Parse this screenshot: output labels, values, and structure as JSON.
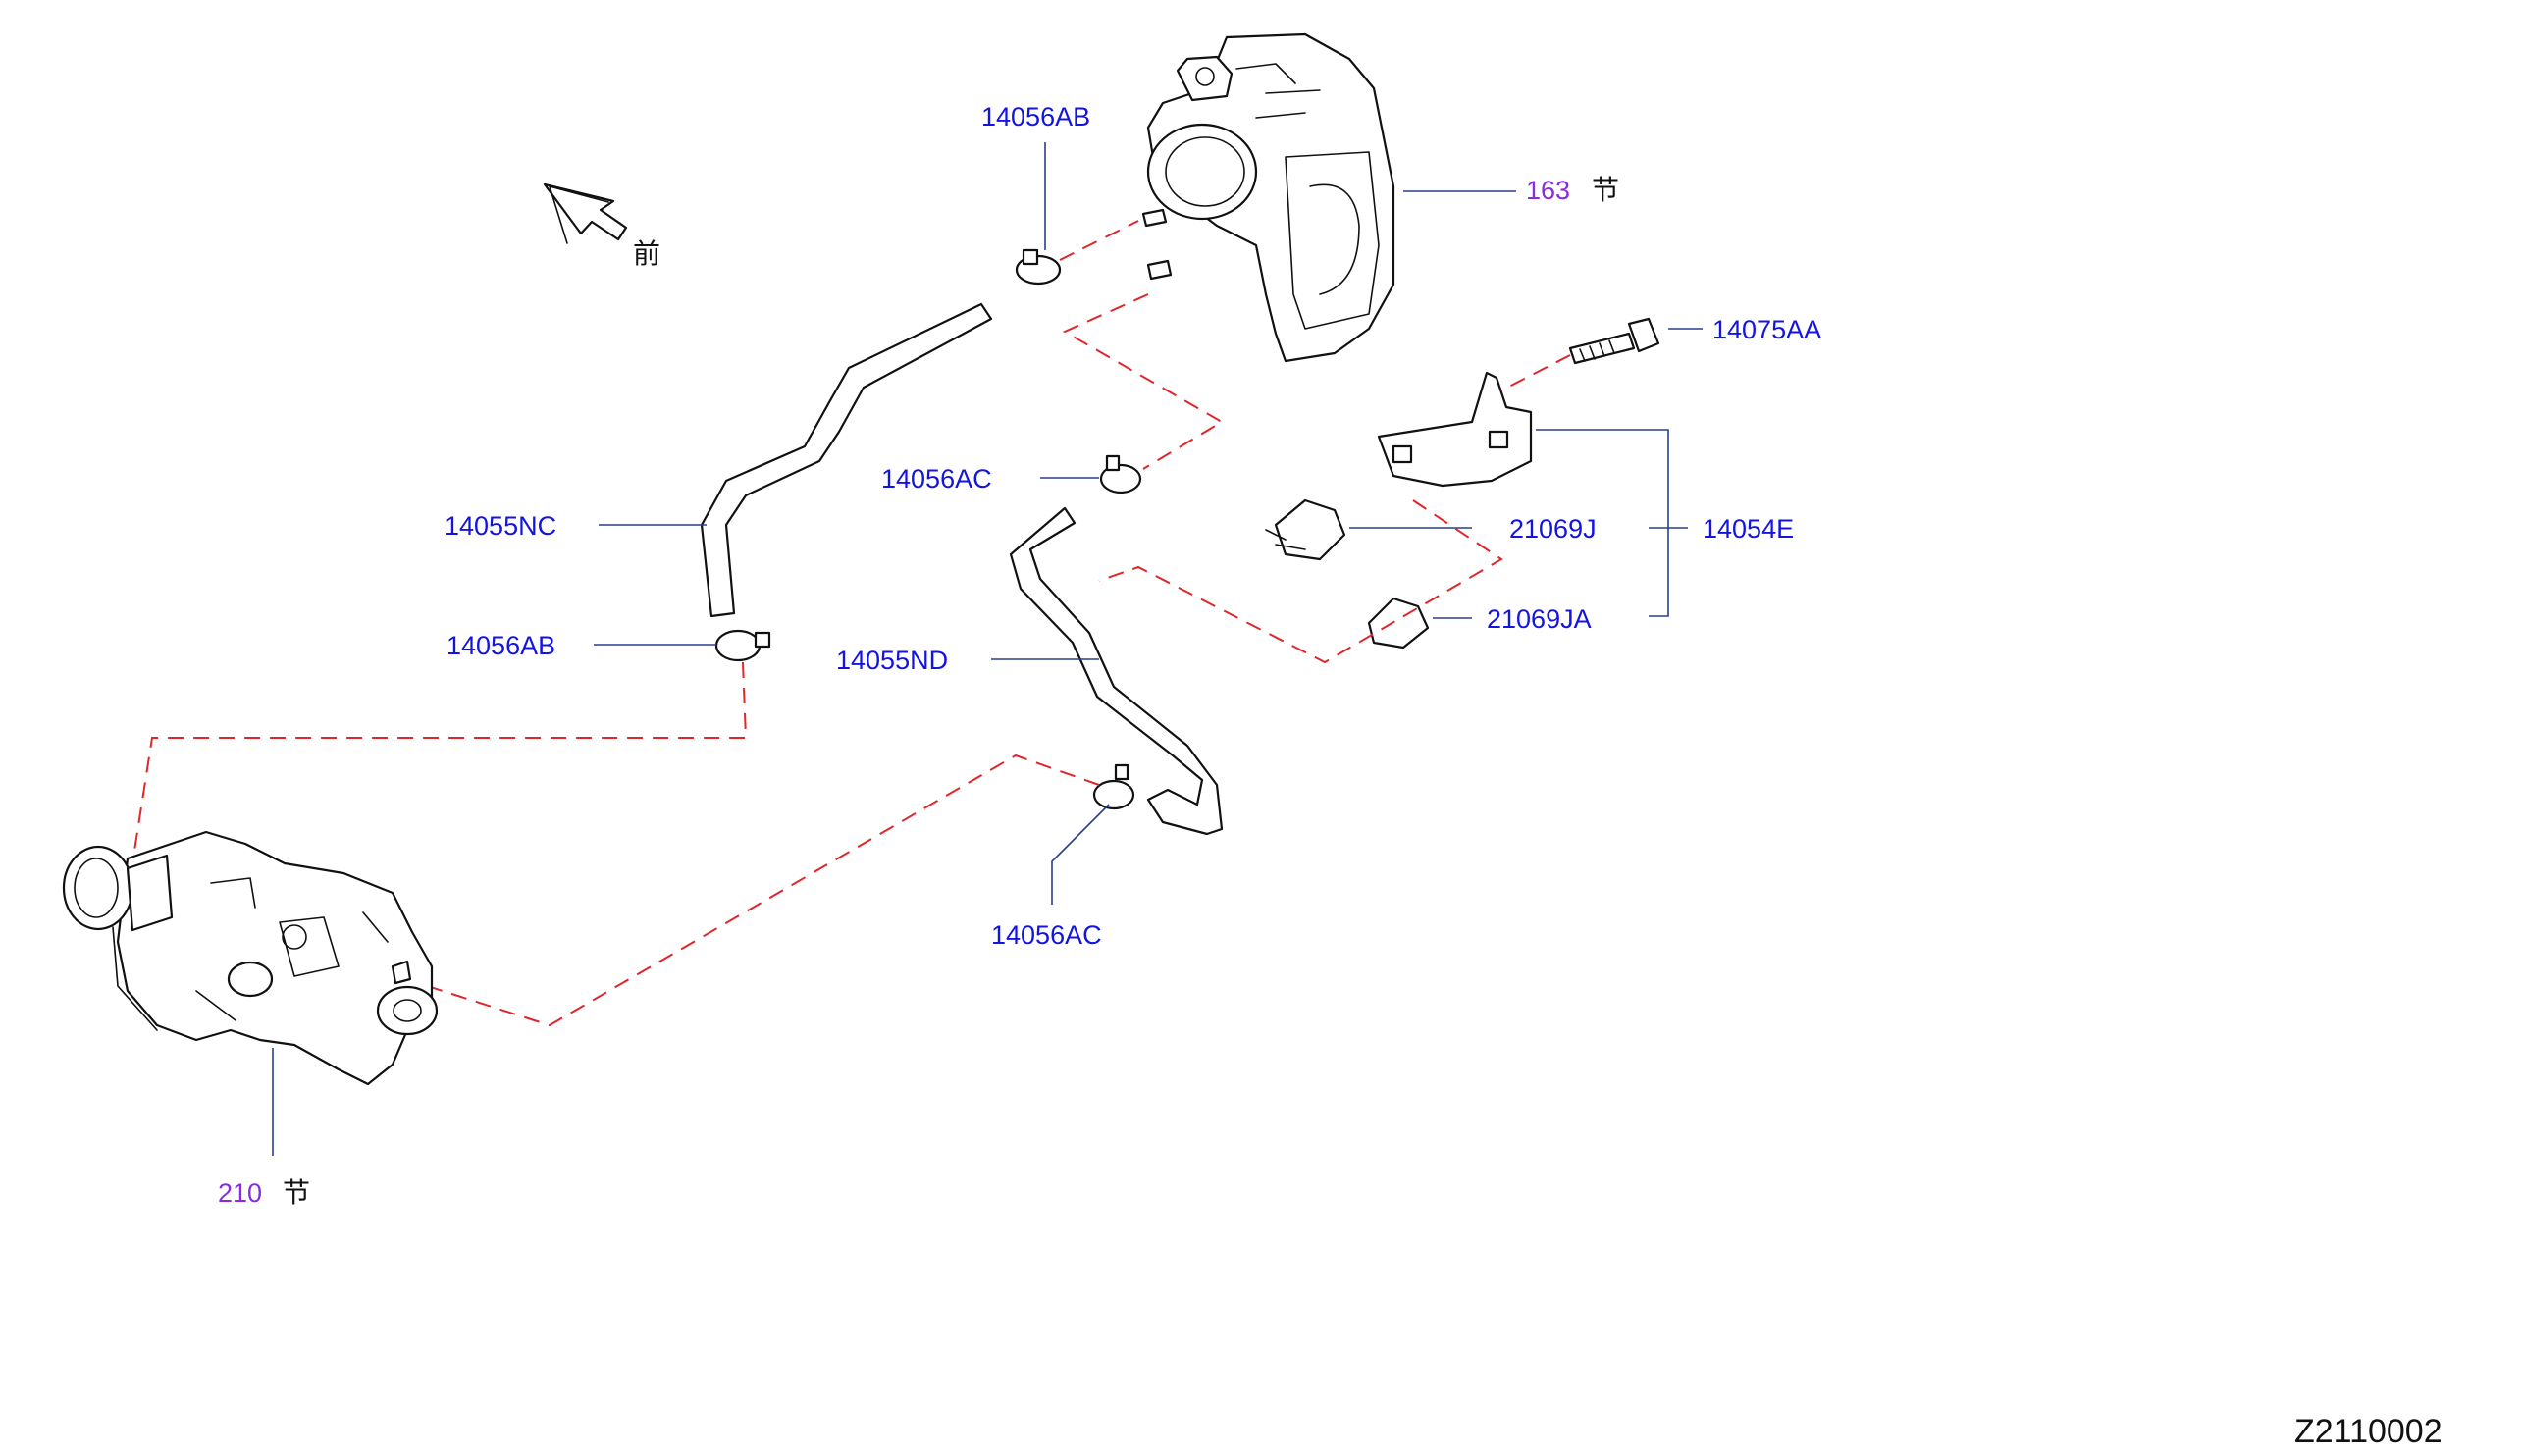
{
  "diagram": {
    "front_label": "前",
    "section_suffix": "节",
    "drawing_code": "Z2110002",
    "sections": [
      {
        "id": "throttle-body",
        "ref": "163"
      },
      {
        "id": "water-outlet",
        "ref": "210"
      }
    ],
    "callouts": [
      {
        "id": "clamp-top",
        "part": "14056AB"
      },
      {
        "id": "bolt",
        "part": "14075AA"
      },
      {
        "id": "clamp-mid",
        "part": "14056AC"
      },
      {
        "id": "hose-left",
        "part": "14055NC"
      },
      {
        "id": "clip-j",
        "part": "21069J"
      },
      {
        "id": "bracket",
        "part": "14054E"
      },
      {
        "id": "clamp-left",
        "part": "14056AB"
      },
      {
        "id": "clip-ja",
        "part": "21069JA"
      },
      {
        "id": "hose-right",
        "part": "14055ND"
      },
      {
        "id": "clamp-bottom",
        "part": "14056AC"
      }
    ]
  },
  "colors": {
    "part_number": "#1414e0",
    "section_ref": "#8a2be2",
    "leader_line": "#2a3f8f",
    "hidden_connection": "#e0262b"
  }
}
